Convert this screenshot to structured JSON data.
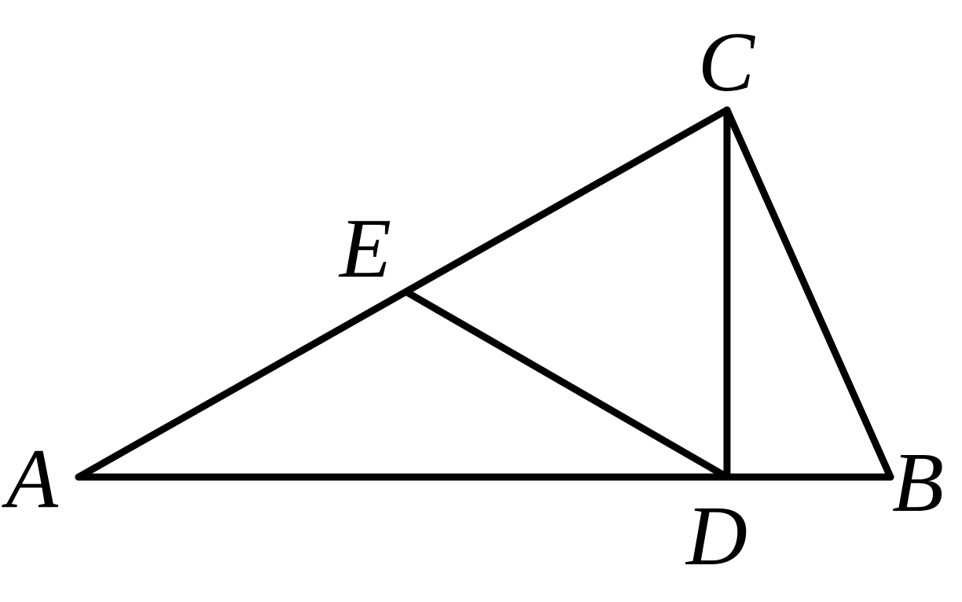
{
  "diagram": {
    "points": {
      "A": {
        "label": "A"
      },
      "B": {
        "label": "B"
      },
      "C": {
        "label": "C"
      },
      "D": {
        "label": "D"
      },
      "E": {
        "label": "E"
      }
    },
    "segments": [
      {
        "from": "A",
        "to": "B"
      },
      {
        "from": "A",
        "to": "C"
      },
      {
        "from": "C",
        "to": "B"
      },
      {
        "from": "C",
        "to": "D"
      },
      {
        "from": "E",
        "to": "D"
      }
    ]
  }
}
